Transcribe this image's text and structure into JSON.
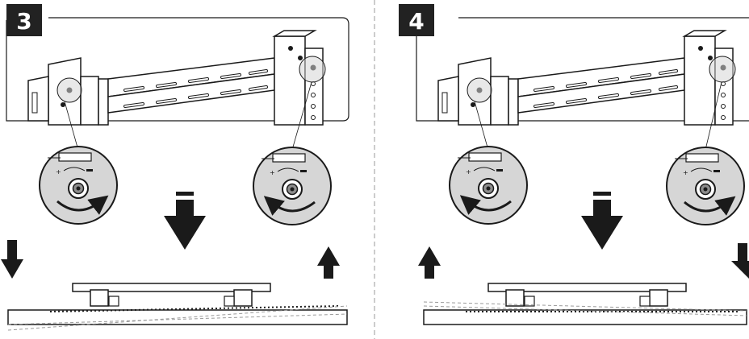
{
  "panels": [
    {
      "step": "3",
      "left_arrow": "down",
      "right_arrow": "up",
      "left_rotation": "clockwise",
      "right_rotation": "counterclockwise",
      "bar_tilt": "left-down"
    },
    {
      "step": "4",
      "left_arrow": "up",
      "right_arrow": "down",
      "left_rotation": "counterclockwise",
      "right_rotation": "clockwise",
      "bar_tilt": "right-down"
    }
  ],
  "colors": {
    "ink": "#1a1a1a",
    "badge": "#222222",
    "circle_fill": "#d6d6d6",
    "panel_bg": "#ffffff",
    "dashed": "#999999"
  },
  "icons": [
    "down-arrow-icon",
    "up-arrow-icon",
    "rotate-arrow-icon",
    "adjust-bolt-icon",
    "plus-minus-scale-icon"
  ]
}
